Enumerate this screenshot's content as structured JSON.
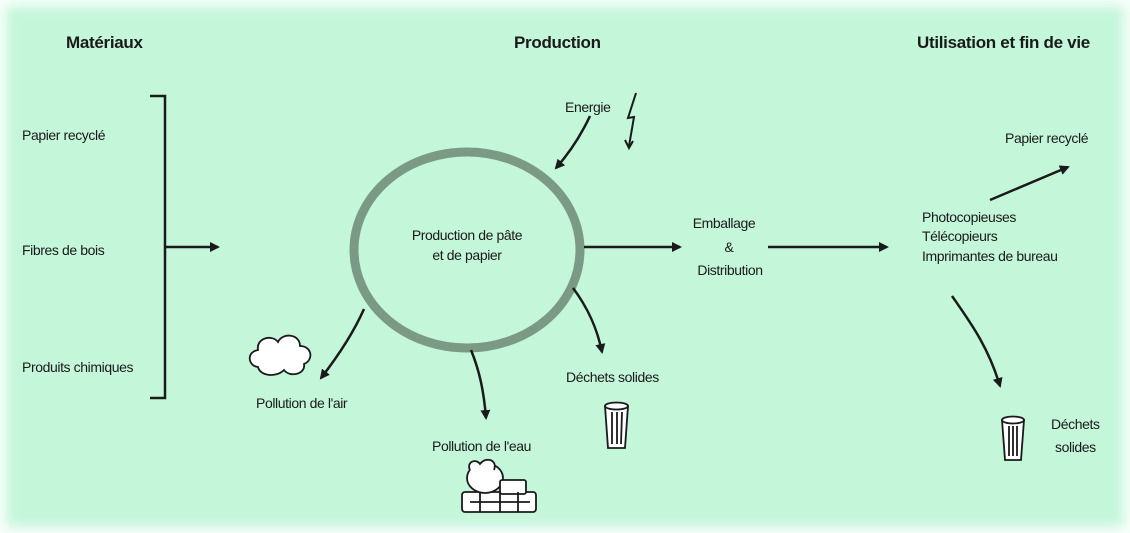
{
  "headers": {
    "materials": "Matériaux",
    "production": "Production",
    "use_end_of_life": "Utilisation et fin de vie"
  },
  "materials": {
    "items": [
      "Papier recyclé",
      "Fibres de bois",
      "Produits chimiques"
    ]
  },
  "production": {
    "energy": "Energie",
    "process_line1": "Production de pâte",
    "process_line2": "et de papier",
    "air_pollution": "Pollution de l'air",
    "water_pollution": "Pollution de l'eau",
    "solid_waste": "Déchets solides"
  },
  "distribution": {
    "line1": "Emballage",
    "line2": "&",
    "line3": "Distribution"
  },
  "use": {
    "recycled_paper": "Papier recyclé",
    "devices": [
      "Photocopieuses",
      "Télécopieurs",
      "Imprimantes de bureau"
    ],
    "solid_waste_line1": "Déchets",
    "solid_waste_line2": "solides"
  },
  "colors": {
    "background": "#c4f6da",
    "circle_stroke": "#7a9a86",
    "ink": "#1a1a1a"
  }
}
